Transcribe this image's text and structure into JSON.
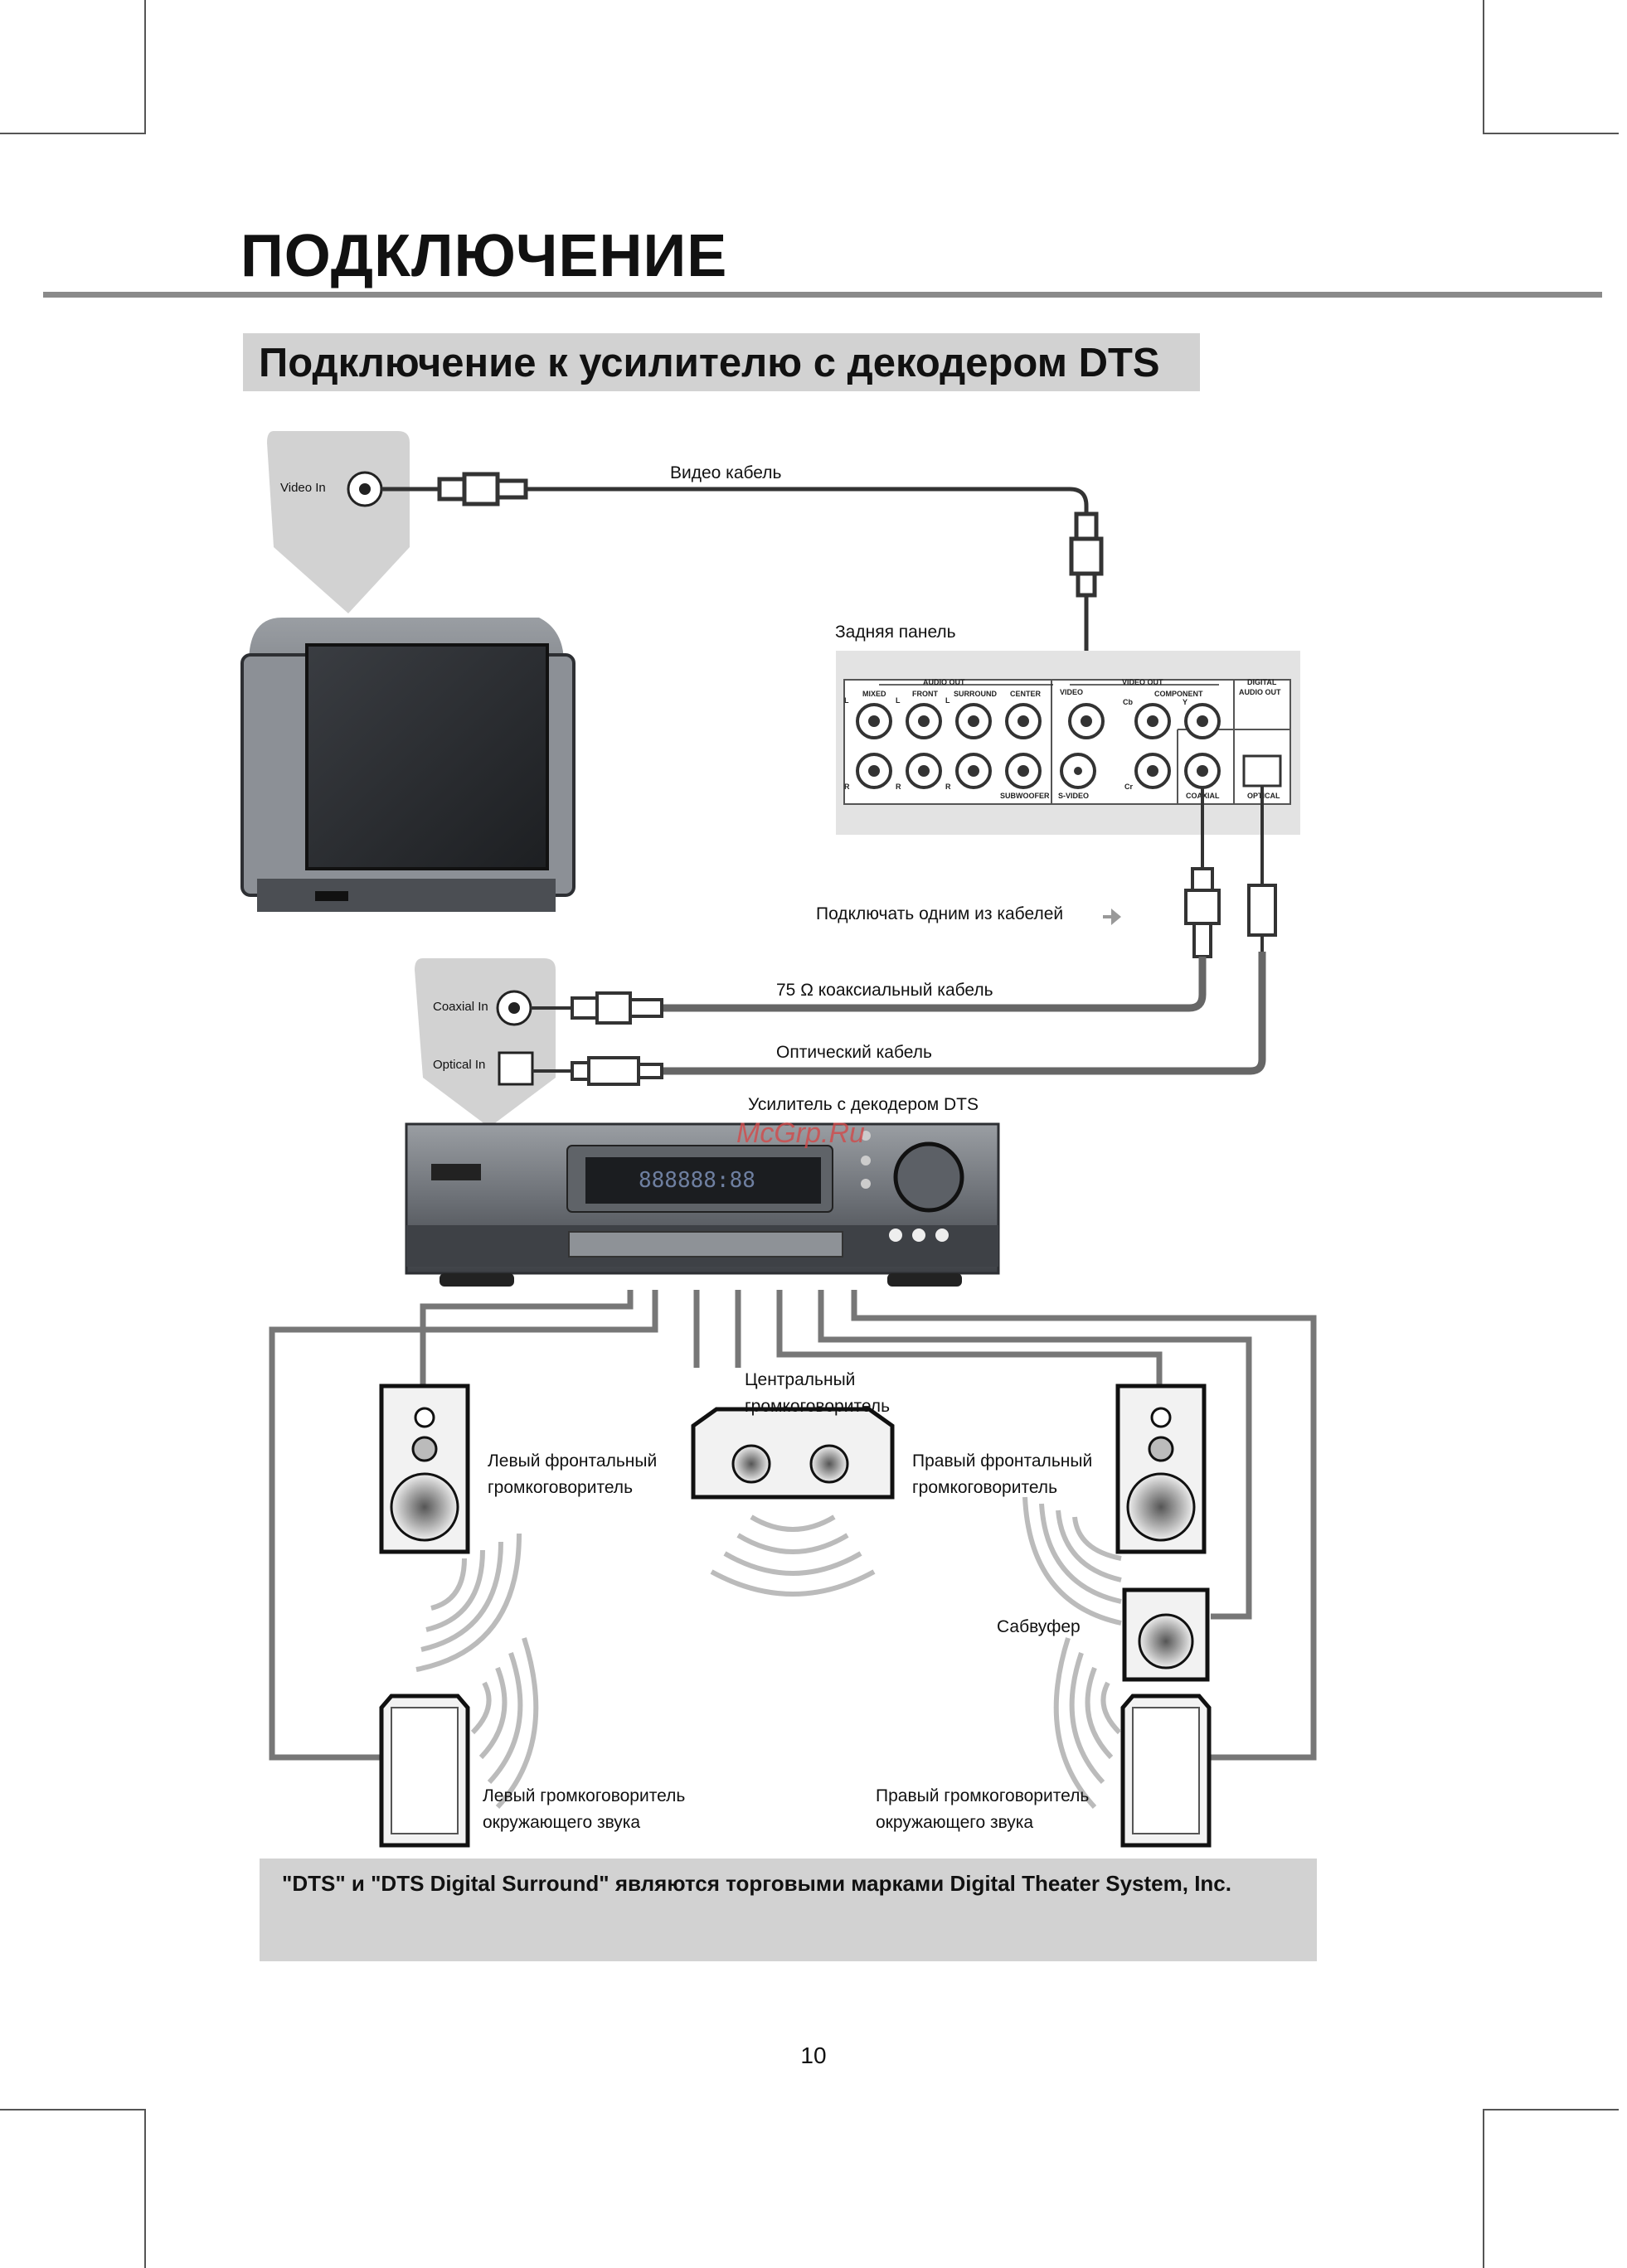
{
  "page": {
    "title": "ПОДКЛЮЧЕНИЕ",
    "subtitle": "Подключение к усилителю с декодером DTS",
    "page_number": "10",
    "watermark": "McGrp.Ru"
  },
  "tv": {
    "video_in_label": "Video In"
  },
  "cables": {
    "video_cable": "Видео кабель",
    "connect_one": "Подключать одним из кабелей",
    "coaxial_cable": "75 Ω коаксиальный кабель",
    "optical_cable": "Оптический кабель"
  },
  "rear_panel": {
    "label": "Задняя панель",
    "audio_out": "AUDIO OUT",
    "video_out": "VIDEO OUT",
    "digital_audio_out_1": "DIGITAL",
    "digital_audio_out_2": "AUDIO OUT",
    "mixed": "MIXED",
    "front": "FRONT",
    "surround": "SURROUND",
    "center": "CENTER",
    "subwoofer": "SUBWOOFER",
    "video": "VIDEO",
    "component": "COMPONENT",
    "s_video": "S-VIDEO",
    "cb": "Cb",
    "cr": "Cr",
    "y": "Y",
    "coaxial": "COAXIAL",
    "optical": "OPTICAL",
    "l": "L",
    "r": "R"
  },
  "amplifier": {
    "label": "Усилитель с декодером DTS",
    "coaxial_in": "Coaxial In",
    "optical_in": "Optical In"
  },
  "speakers": {
    "center_1": "Центральный",
    "center_2": "громкоговоритель",
    "left_front_1": "Левый фронтальный",
    "left_front_2": "громкоговоритель",
    "right_front_1": "Правый фронтальный",
    "right_front_2": "громкоговоритель",
    "subwoofer": "Сабвуфер",
    "left_surround_1": "Левый громкоговоритель",
    "left_surround_2": "окружающего звука",
    "right_surround_1": "Правый громкоговоритель",
    "right_surround_2": "окружающего звука"
  },
  "footer": {
    "text": "\"DTS\" и \"DTS Digital Surround\" являются торговыми марками Digital Theater System, Inc."
  }
}
